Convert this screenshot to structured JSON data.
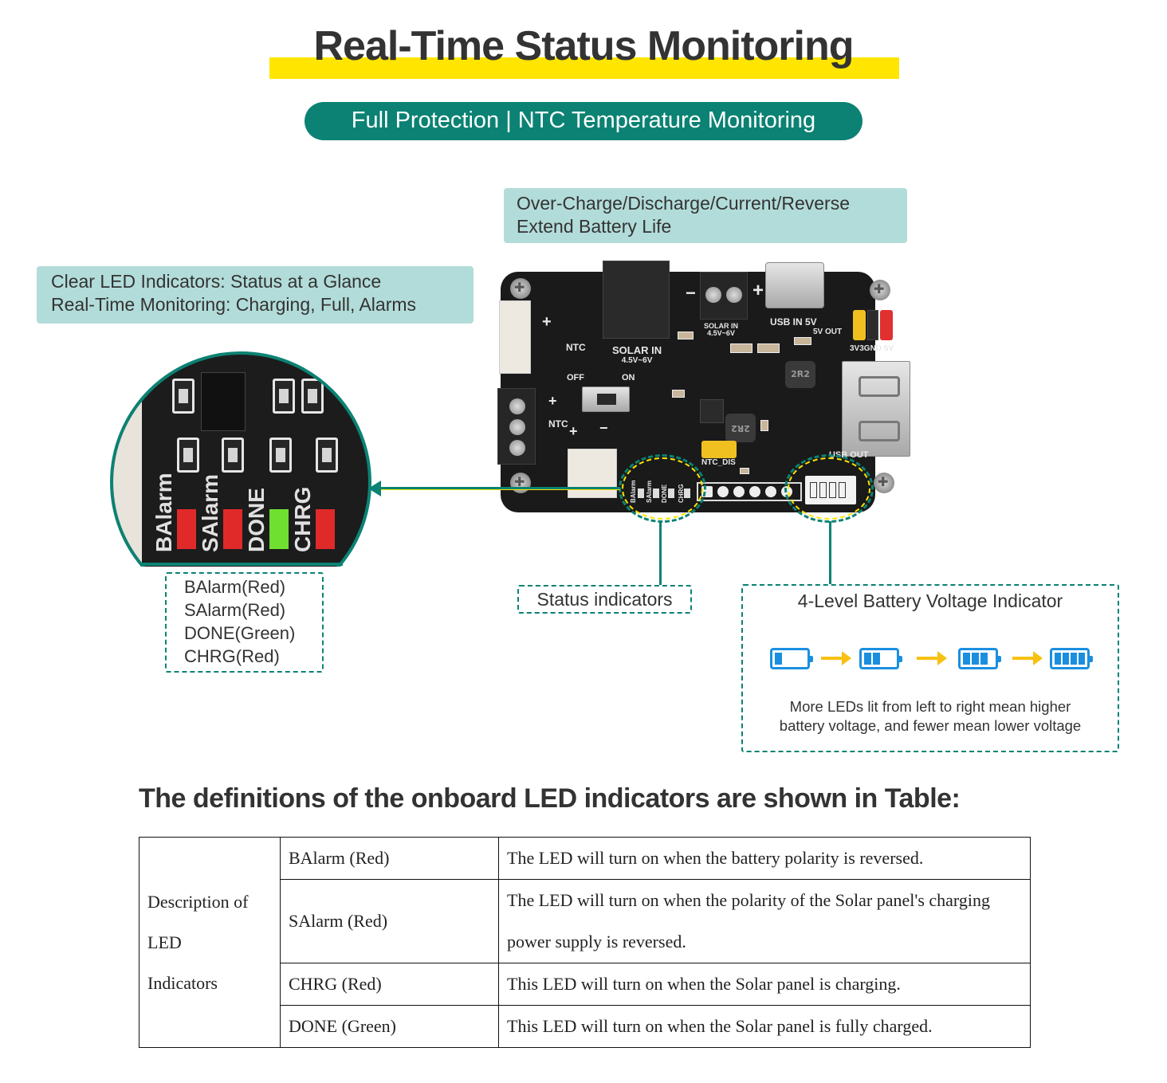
{
  "header": {
    "title": "Real-Time Status Monitoring",
    "subtitle": "Full Protection | NTC Temperature Monitoring",
    "accent_yellow": "#ffe500",
    "accent_teal": "#0b8273",
    "callout_bg": "#b2dcd9"
  },
  "callouts": {
    "protection": {
      "line1": "Over-Charge/Discharge/Current/Reverse",
      "line2": "Extend Battery Life"
    },
    "leds": {
      "line1": "Clear LED Indicators: Status at a Glance",
      "line2": "Real-Time Monitoring: Charging, Full, Alarms"
    }
  },
  "board": {
    "labels": {
      "ntc_top": "NTC",
      "ntc_side": "NTC",
      "solar_in": "SOLAR IN",
      "solar_range": "4.5V~6V",
      "solar_in_small": "SOLAR IN",
      "solar_range_small": "4.5V~6V",
      "usb_in": "USB IN 5V",
      "five_v_out": "5V OUT",
      "header_pins": "3V3GND 5V",
      "switch_off": "OFF",
      "switch_on": "ON",
      "inductor_1": "2R2",
      "inductor_2": "2R2",
      "ntc_dis": "NTC_DIS",
      "usb_out": "USB OUT",
      "led_balarm": "BAlarm",
      "led_salarm": "SAlarm",
      "led_done": "DONE",
      "led_chrg": "CHRG",
      "plus": "+",
      "minus": "−"
    }
  },
  "zoom_view": {
    "leds": [
      {
        "label": "BAlarm",
        "color": "#e02a2a"
      },
      {
        "label": "SAlarm",
        "color": "#e02a2a"
      },
      {
        "label": "DONE",
        "color": "#6fe030"
      },
      {
        "label": "CHRG",
        "color": "#e02a2a"
      }
    ]
  },
  "led_legend": [
    "BAlarm(Red)",
    "SAlarm(Red)",
    "DONE(Green)",
    "CHRG(Red)"
  ],
  "status_indicators_label": "Status indicators",
  "battery_indicator": {
    "title": "4-Level Battery Voltage Indicator",
    "levels": [
      1,
      2,
      3,
      4
    ],
    "max_level": 4,
    "description_line1": "More LEDs lit from left to right mean higher",
    "description_line2": "battery voltage, and fewer mean lower voltage",
    "icon_color": "#1a8fe0",
    "arrow_color": "#f8c010"
  },
  "section_heading": "The definitions of the onboard LED indicators are shown in Table:",
  "table": {
    "group_label_lines": [
      "Description of",
      "LED",
      "Indicators"
    ],
    "rows": [
      {
        "led": "BAlarm (Red)",
        "desc": "The LED will turn on when the battery polarity is reversed."
      },
      {
        "led": "SAlarm (Red)",
        "desc": "The LED will turn on when the polarity of the Solar panel's charging power supply is reversed."
      },
      {
        "led": "CHRG (Red)",
        "desc": "This LED will turn on when the Solar panel is charging."
      },
      {
        "led": "DONE (Green)",
        "desc": "This LED will turn on when the Solar panel is fully charged."
      }
    ]
  }
}
